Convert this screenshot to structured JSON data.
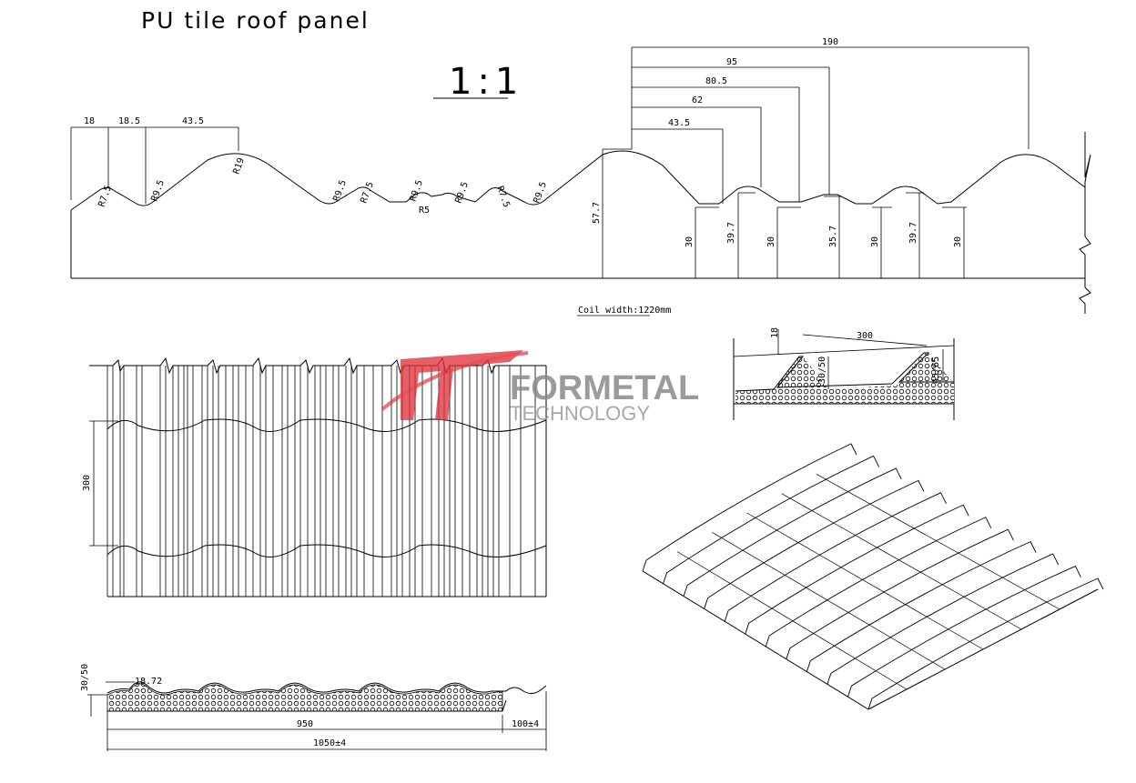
{
  "title": "PU tile roof panel",
  "scale": "1:1",
  "coil_width": "Coil width:1220mm",
  "logo": {
    "main": "FORMETAL",
    "sub": "TECHNOLOGY",
    "mark_color": "#e0303a",
    "text_color": "#8a8a8a"
  },
  "profile_dims": {
    "top_left": [
      "18",
      "18.5",
      "43.5"
    ],
    "radii": [
      "R7.5",
      "R9.5",
      "R19",
      "R9.5",
      "R7.5",
      "R9.5",
      "R5",
      "R9.5",
      "R7.5",
      "R9.5"
    ],
    "top_right": [
      "190",
      "95",
      "80.5",
      "62",
      "43.5"
    ],
    "heights": [
      "57.7",
      "30",
      "39.7",
      "30",
      "35.7",
      "30",
      "39.7",
      "30"
    ]
  },
  "plan_dims": {
    "pitch": "300"
  },
  "step_dims": {
    "a": "18",
    "b": "300",
    "c": "30/50",
    "d": "45/65"
  },
  "section_dims": {
    "thickness": "30/50",
    "crest": "18.72",
    "foam_width": "950",
    "overlap": "100±4",
    "total": "1050±4"
  }
}
